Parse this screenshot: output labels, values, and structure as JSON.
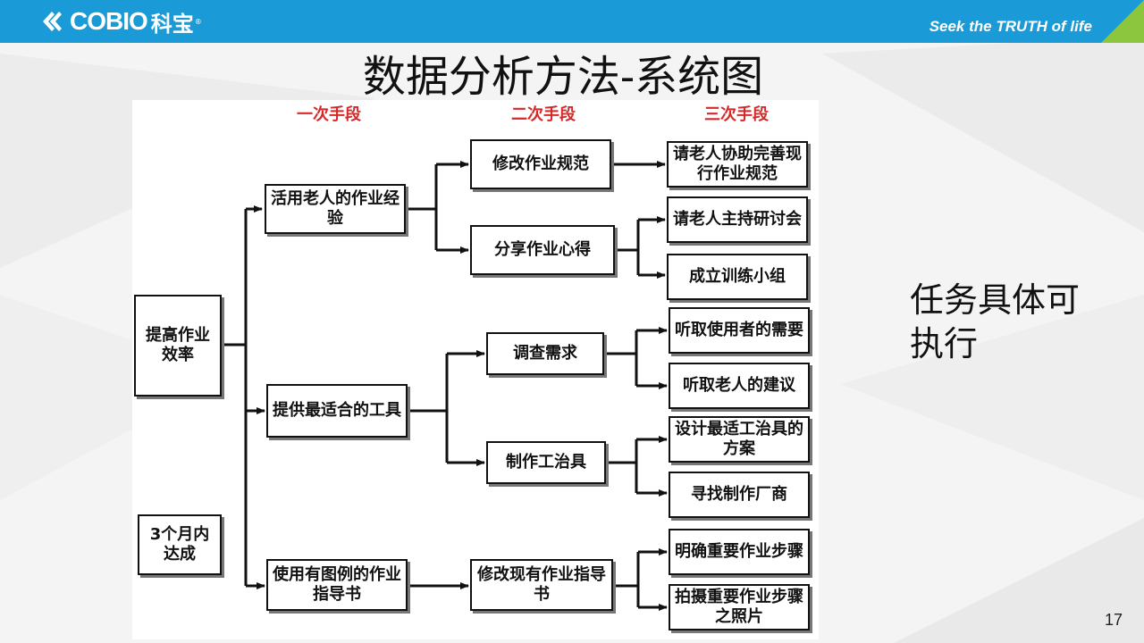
{
  "header": {
    "logo_text": "COBIO",
    "logo_cn": "科宝",
    "logo_reg": "®",
    "slogan": "Seek the TRUTH of life"
  },
  "colors": {
    "header_bg": "#1a9ad6",
    "heading_red": "#d42a2a",
    "corner_green": "#8cc63f"
  },
  "title": "数据分析方法-系统图",
  "diagram": {
    "col_headers": [
      "一次手段",
      "二次手段",
      "三次手段"
    ],
    "root": "提高作业效率",
    "deadline": "3个月内达成",
    "level1": [
      "活用老人的作业经验",
      "提供最适合的工具",
      "使用有图例的作业指导书"
    ],
    "level2": [
      "修改作业规范",
      "分享作业心得",
      "调查需求",
      "制作工治具",
      "修改现有作业指导书"
    ],
    "level3": [
      "请老人协助完善现行作业规范",
      "请老人主持研讨会",
      "成立训练小组",
      "听取使用者的需要",
      "听取老人的建议",
      "设计最适工治具的方案",
      "寻找制作厂商",
      "明确重要作业步骤",
      "拍摄重要作业步骤之照片"
    ]
  },
  "side_note": "任务具体可执行",
  "page_number": "17"
}
